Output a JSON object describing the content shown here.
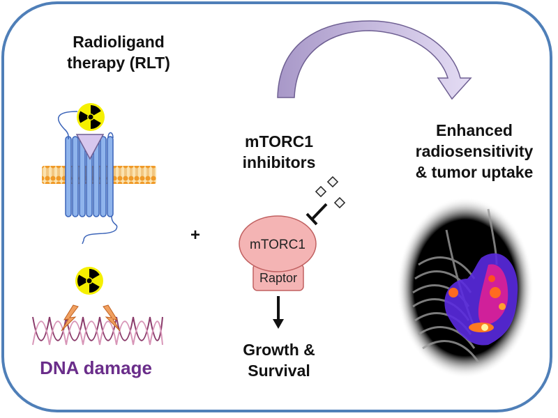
{
  "rlt": {
    "line1": "Radioligand",
    "line2": "therapy (RLT)"
  },
  "dna": {
    "label": "DNA damage"
  },
  "plus": "+",
  "inhibitors": {
    "line1": "mTORC1",
    "line2": "inhibitors"
  },
  "complex": {
    "mtorc1": "mTORC1",
    "raptor": "Raptor"
  },
  "outcome": {
    "line1": "Growth &",
    "line2": "Survival"
  },
  "result": {
    "line1": "Enhanced",
    "line2": "radiosensitivity",
    "line3": "& tumor uptake"
  },
  "colors": {
    "frame": "#4f7fb8",
    "dna_text": "#6a2d8a",
    "arrow_fill": "#b9a8d6",
    "mtorc1_fill": "#f4b4b4",
    "membrane": "#f0a030",
    "receptor": "#8fb4ec"
  }
}
